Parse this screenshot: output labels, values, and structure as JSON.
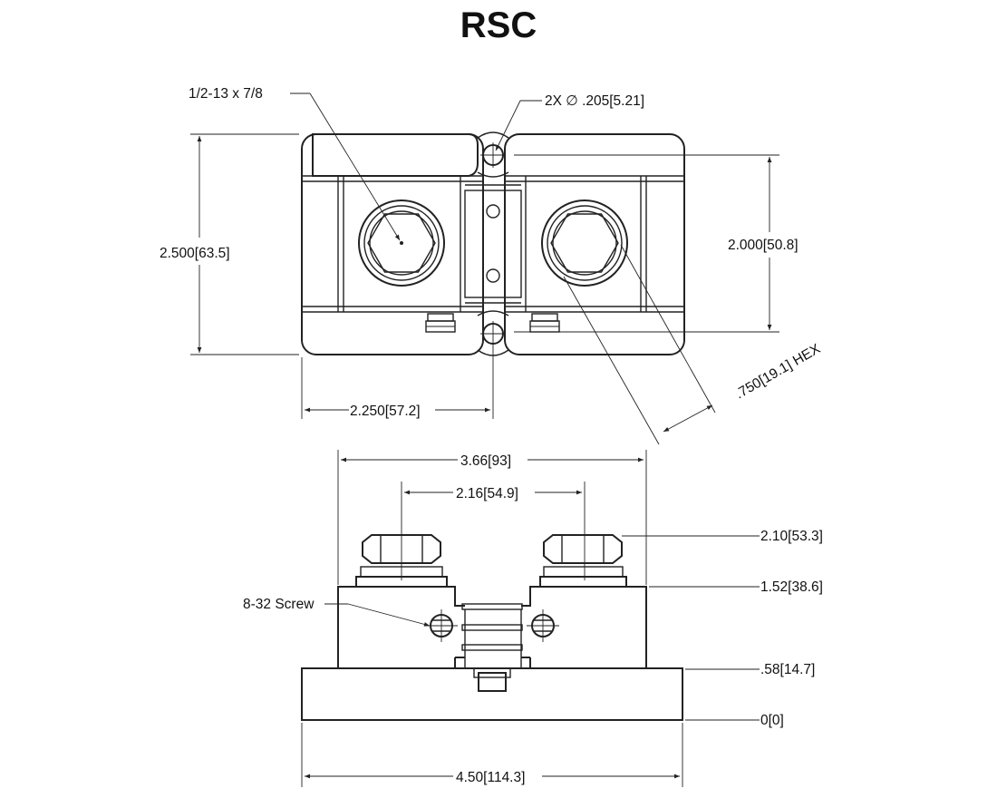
{
  "title": "RSC",
  "top_view": {
    "thread_callout": "1/2-13 x 7/8",
    "hole_callout": "2X ∅ .205[5.21]",
    "height": "2.500[63.5]",
    "stud_spacing_vertical": "2.000[50.8]",
    "hole_offset": "2.250[57.2]",
    "hex_size": ".750[19.1] HEX"
  },
  "side_view": {
    "overall_width": "3.66[93]",
    "stud_spacing": "2.16[54.9]",
    "height_top": "2.10[53.3]",
    "height_block": "1.52[38.6]",
    "height_base": ".58[14.7]",
    "height_zero": "0[0]",
    "base_length": "4.50[114.3]",
    "screw_callout": "8-32 Screw"
  }
}
